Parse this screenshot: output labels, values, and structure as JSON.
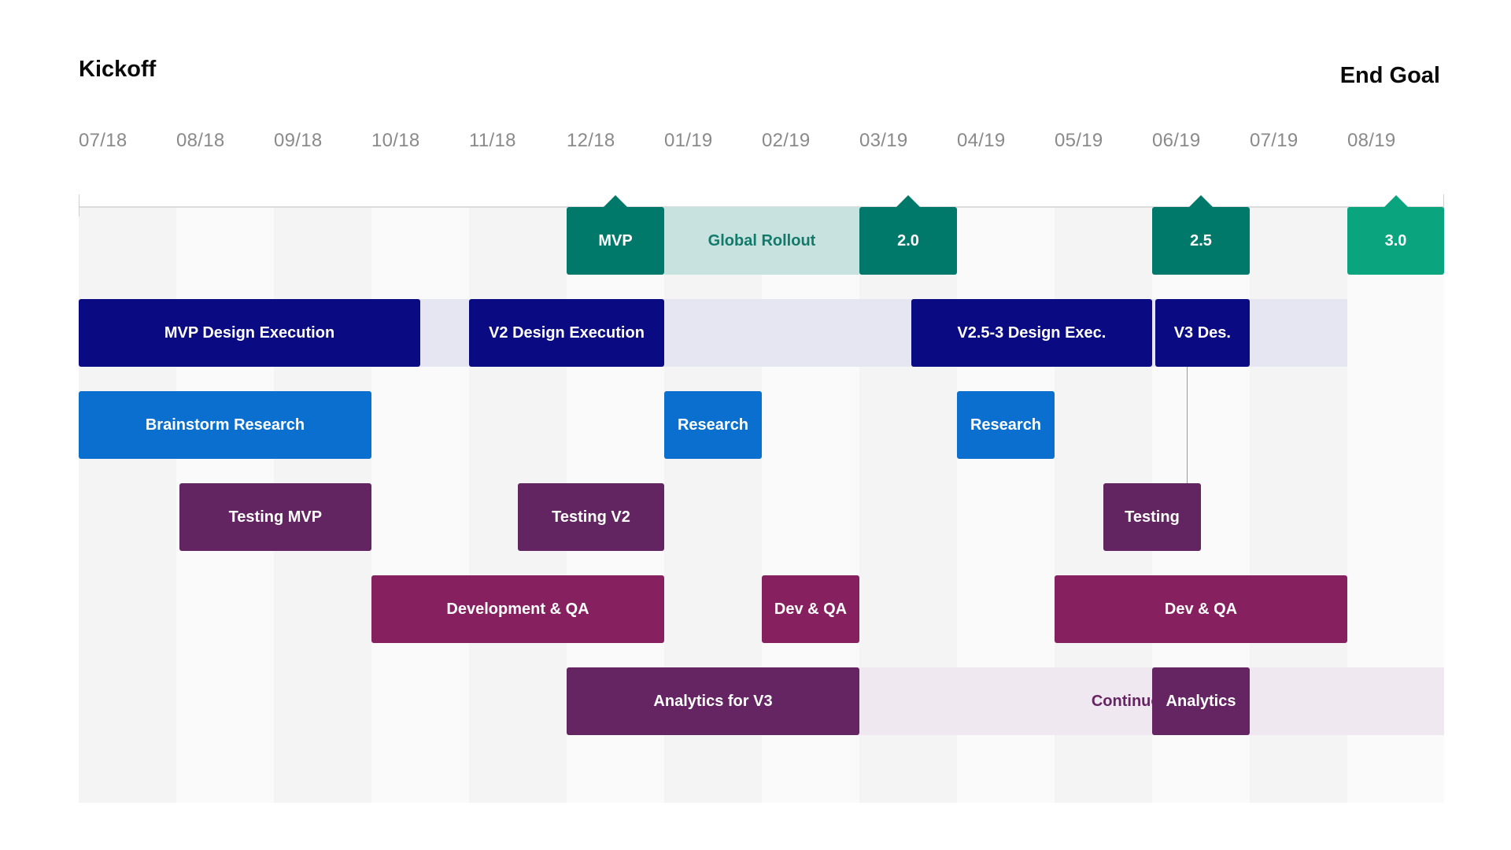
{
  "header": {
    "kickoff": "Kickoff",
    "end_goal": "End Goal"
  },
  "months": [
    "07/18",
    "08/18",
    "09/18",
    "10/18",
    "11/18",
    "12/18",
    "01/19",
    "02/19",
    "03/19",
    "04/19",
    "05/19",
    "06/19",
    "07/19",
    "08/19"
  ],
  "colors": {
    "milestone": "#00796b",
    "milestone_final": "#0aa57f",
    "rollout_track": "#c8e3df",
    "rollout_text": "#127a6b",
    "design": "#0a0a82",
    "design_track": "#e6e6f3",
    "research": "#0b6fd0",
    "testing": "#632561",
    "dev": "#86205f",
    "analytics": "#652462",
    "analytics_track": "#efe8f0",
    "analytics_track_text": "#652462",
    "column_shade": "#f4f4f4",
    "column_light": "#fafafa"
  },
  "milestones": [
    {
      "label": "MVP",
      "start": 5,
      "end": 6,
      "color": "milestone"
    },
    {
      "label": "2.0",
      "start": 8,
      "end": 9,
      "color": "milestone"
    },
    {
      "label": "2.5",
      "start": 11,
      "end": 12,
      "color": "milestone"
    },
    {
      "label": "3.0",
      "start": 13,
      "end": 14,
      "color": "milestone_final"
    }
  ],
  "rows": [
    {
      "name": "rollout",
      "tracks": [
        {
          "label": "Global Rollout",
          "start": 6,
          "end": 8,
          "color": "rollout_track",
          "text_color": "rollout_text"
        }
      ],
      "bars": []
    },
    {
      "name": "design",
      "tracks": [
        {
          "label": "",
          "start": 0,
          "end": 13,
          "color": "design_track"
        }
      ],
      "bars": [
        {
          "label": "MVP Design Execution",
          "start": 0,
          "end": 3.5,
          "color": "design"
        },
        {
          "label": "V2 Design Execution",
          "start": 4,
          "end": 6,
          "color": "design"
        },
        {
          "label": "V2.5-3 Design Exec.",
          "start": 8.53,
          "end": 11,
          "color": "design"
        },
        {
          "label": "V3 Des.",
          "start": 11.03,
          "end": 12,
          "color": "design"
        }
      ]
    },
    {
      "name": "research",
      "tracks": [],
      "bars": [
        {
          "label": "Brainstorm Research",
          "start": 0,
          "end": 3,
          "color": "research"
        },
        {
          "label": "Research",
          "start": 6,
          "end": 7,
          "color": "research"
        },
        {
          "label": "Research",
          "start": 9,
          "end": 10,
          "color": "research"
        }
      ]
    },
    {
      "name": "testing",
      "tracks": [],
      "bars": [
        {
          "label": "Testing MVP",
          "start": 1.03,
          "end": 3,
          "color": "testing"
        },
        {
          "label": "Testing V2",
          "start": 4.5,
          "end": 6,
          "color": "testing"
        },
        {
          "label": "Testing",
          "start": 10.5,
          "end": 11.5,
          "color": "testing"
        }
      ]
    },
    {
      "name": "dev",
      "tracks": [],
      "bars": [
        {
          "label": "Development & QA",
          "start": 3,
          "end": 6,
          "color": "dev"
        },
        {
          "label": "Dev & QA",
          "start": 7,
          "end": 8,
          "color": "dev"
        },
        {
          "label": "Dev & QA",
          "start": 10,
          "end": 13,
          "color": "dev"
        }
      ]
    },
    {
      "name": "analytics",
      "tracks": [
        {
          "label": "Continuous Pull",
          "start": 8,
          "end": 14,
          "color": "analytics_track",
          "text_color": "analytics_track_text"
        }
      ],
      "bars": [
        {
          "label": "Analytics for V3",
          "start": 5,
          "end": 8,
          "color": "analytics"
        },
        {
          "label": "Analytics",
          "start": 11,
          "end": 12,
          "color": "analytics"
        }
      ]
    }
  ]
}
